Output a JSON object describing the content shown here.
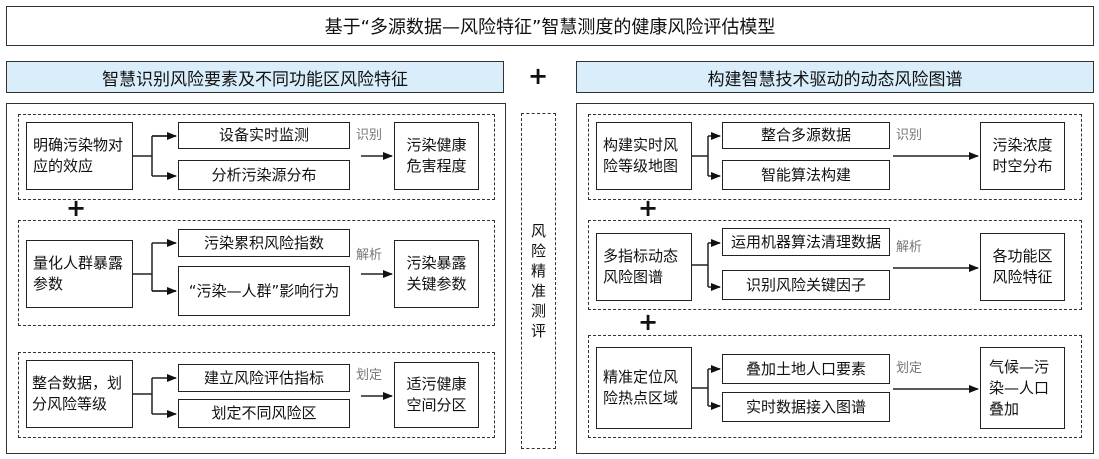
{
  "title": "基于“多源数据—风险特征”智慧测度的健康风险评估模型",
  "left_header": "智慧识别风险要素及不同功能区风险特征",
  "right_header": "构建智慧技术驱动的动态风险图谱",
  "plus": "+",
  "middle_label": "风险精准测评",
  "left_groups": [
    {
      "source": "明确污染物对应的效应",
      "branches": [
        "设备实时监测",
        "分析污染源分布"
      ],
      "action": "识别",
      "result": "污染健康危害程度"
    },
    {
      "source": "量化人群暴露参数",
      "branches": [
        "污染累积风险指数",
        "“污染—人群”影响行为"
      ],
      "action": "解析",
      "result": "污染暴露关键参数"
    },
    {
      "source": "整合数据，划分风险等级",
      "branches": [
        "建立风险评估指标",
        "划定不同风险区"
      ],
      "action": "划定",
      "result": "适污健康空间分区"
    }
  ],
  "right_groups": [
    {
      "source": "构建实时风险等级地图",
      "branches": [
        "整合多源数据",
        "智能算法构建"
      ],
      "action": "识别",
      "result": "污染浓度时空分布"
    },
    {
      "source": "多指标动态风险图谱",
      "branches": [
        "运用机器算法清理数据",
        "识别风险关键因子"
      ],
      "action": "解析",
      "result": "各功能区风险特征"
    },
    {
      "source": "精准定位风险热点区域",
      "branches": [
        "叠加土地人口要素",
        "实时数据接入图谱"
      ],
      "action": "划定",
      "result": "气候—污染—人口叠加"
    }
  ]
}
